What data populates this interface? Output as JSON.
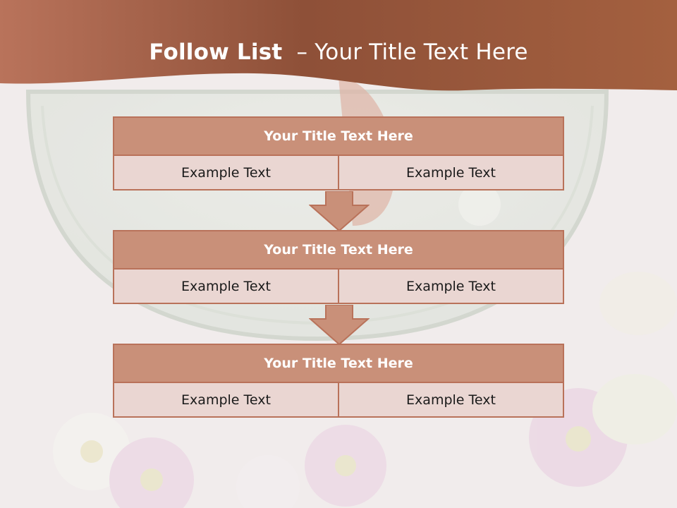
{
  "title": {
    "bold": "Follow List",
    "rest": "  – Your Title Text Here"
  },
  "blocks": [
    {
      "header": "Your Title Text Here",
      "left": "Example Text",
      "right": "Example Text"
    },
    {
      "header": "Your Title Text Here",
      "left": "Example Text",
      "right": "Example Text"
    },
    {
      "header": "Your Title Text Here",
      "left": "Example Text",
      "right": "Example Text"
    }
  ],
  "colors": {
    "banner": "#a8634a",
    "header_fill": "#c99079",
    "cell_fill": "#ead6d2",
    "border": "#b9725a"
  }
}
